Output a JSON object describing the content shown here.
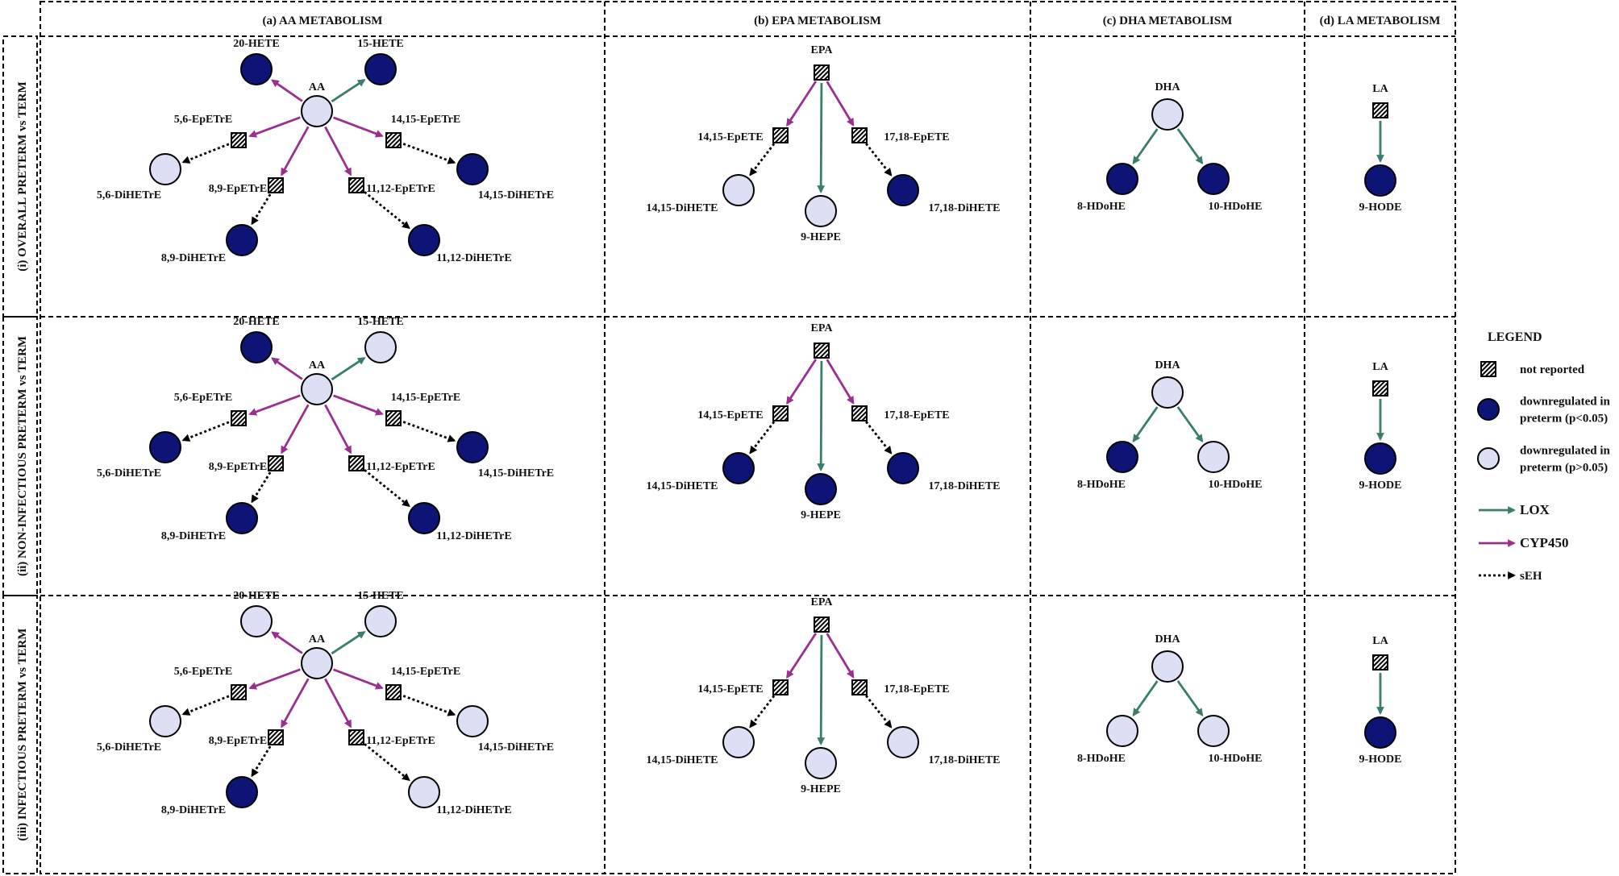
{
  "columns": [
    "(a) AA METABOLISM",
    "(b) EPA METABOLISM",
    "(c) DHA METABOLISM",
    "(d) LA METABOLISM"
  ],
  "rows": [
    "(i) OVERALL PRETERM vs TERM",
    "(ii) NON-INFECTIOUS PRETERM vs TERM",
    "(iii) INFECTIOUS PRETERM vs TERM"
  ],
  "colors": {
    "down_significant": "#0d1475",
    "down_nonsignificant": "#dde0f5",
    "lox_arrow": "#3a7d6e",
    "cyp450_arrow": "#9b2f8f",
    "seh_arrow": "#000000",
    "border": "#000000"
  },
  "legend": {
    "title": "LEGEND",
    "items": [
      {
        "symbol": "hatched-square",
        "lines": [
          "not reported"
        ]
      },
      {
        "symbol": "dark-circle",
        "lines": [
          "downregulated in",
          "preterm (p<0.05)"
        ]
      },
      {
        "symbol": "light-circle",
        "lines": [
          "downregulated in",
          "preterm (p>0.05)"
        ]
      },
      {
        "symbol": "lox-arrow",
        "lines": [
          "LOX"
        ]
      },
      {
        "symbol": "cyp450-arrow",
        "lines": [
          "CYP450"
        ]
      },
      {
        "symbol": "seh-arrow",
        "lines": [
          "sEH"
        ]
      }
    ]
  },
  "pathways": {
    "aa": {
      "parent": "AA",
      "nodes": [
        {
          "id": "hete20",
          "label": "20-HETE",
          "kind": "metabolite"
        },
        {
          "id": "hete15",
          "label": "15-HETE",
          "kind": "metabolite"
        },
        {
          "id": "ep56",
          "label": "5,6-EpETrE",
          "kind": "intermediate"
        },
        {
          "id": "ep1415",
          "label": "14,15-EpETrE",
          "kind": "intermediate"
        },
        {
          "id": "ep89",
          "label": "8,9-EpETrE",
          "kind": "intermediate"
        },
        {
          "id": "ep1112",
          "label": "11,12-EpETrE",
          "kind": "intermediate"
        },
        {
          "id": "di56",
          "label": "5,6-DiHETrE",
          "kind": "metabolite"
        },
        {
          "id": "di1415",
          "label": "14,15-DiHETrE",
          "kind": "metabolite"
        },
        {
          "id": "di89",
          "label": "8,9-DiHETrE",
          "kind": "metabolite"
        },
        {
          "id": "di1112",
          "label": "11,12-DiHETrE",
          "kind": "metabolite"
        }
      ]
    },
    "epa": {
      "parent": "EPA",
      "nodes": [
        {
          "id": "ep1415",
          "label": "14,15-EpETE",
          "kind": "intermediate"
        },
        {
          "id": "ep1718",
          "label": "17,18-EpETE",
          "kind": "intermediate"
        },
        {
          "id": "di1415",
          "label": "14,15-DiHETE",
          "kind": "metabolite"
        },
        {
          "id": "hepe9",
          "label": "9-HEPE",
          "kind": "metabolite"
        },
        {
          "id": "di1718",
          "label": "17,18-DiHETE",
          "kind": "metabolite"
        }
      ]
    },
    "dha": {
      "parent": "DHA",
      "nodes": [
        {
          "id": "hdohe8",
          "label": "8-HDoHE",
          "kind": "metabolite"
        },
        {
          "id": "hdohe10",
          "label": "10-HDoHE",
          "kind": "metabolite"
        }
      ]
    },
    "la": {
      "parent": "LA",
      "nodes": [
        {
          "id": "hode9",
          "label": "9-HODE",
          "kind": "metabolite"
        }
      ]
    }
  },
  "states": [
    {
      "aa": {
        "hete20": "dark",
        "hete15": "dark",
        "di56": "light",
        "di1415": "dark",
        "di89": "dark",
        "di1112": "dark"
      },
      "epa": {
        "di1415": "light",
        "hepe9": "light",
        "di1718": "dark"
      },
      "dha": {
        "parent": "light",
        "hdohe8": "dark",
        "hdohe10": "dark"
      },
      "la": {
        "hode9": "dark"
      }
    },
    {
      "aa": {
        "hete20": "dark",
        "hete15": "light",
        "di56": "dark",
        "di1415": "dark",
        "di89": "dark",
        "di1112": "dark"
      },
      "epa": {
        "di1415": "dark",
        "hepe9": "dark",
        "di1718": "dark"
      },
      "dha": {
        "parent": "light",
        "hdohe8": "dark",
        "hdohe10": "light"
      },
      "la": {
        "hode9": "dark"
      }
    },
    {
      "aa": {
        "hete20": "light",
        "hete15": "light",
        "di56": "light",
        "di1415": "light",
        "di89": "dark",
        "di1112": "light"
      },
      "epa": {
        "di1415": "light",
        "hepe9": "light",
        "di1718": "light"
      },
      "dha": {
        "parent": "light",
        "hdohe8": "light",
        "hdohe10": "light"
      },
      "la": {
        "hode9": "dark"
      }
    }
  ]
}
